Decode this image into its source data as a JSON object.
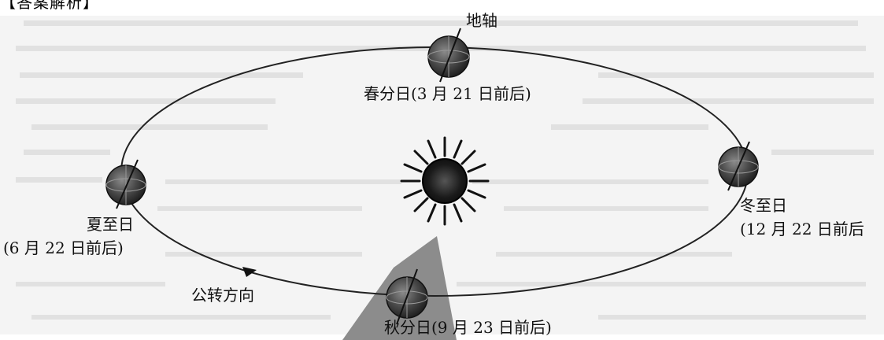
{
  "header": {
    "text": "【答案解析】"
  },
  "diagram": {
    "axis_label": "地轴",
    "direction_label": "公转方向",
    "positions": [
      {
        "id": "spring",
        "name": "春分日",
        "date": "(3 月 21 日前后)"
      },
      {
        "id": "summer",
        "name": "夏至日",
        "date": "(6 月 22 日前后)"
      },
      {
        "id": "autumn",
        "name": "秋分日",
        "date": "(9 月 23 日前后)"
      },
      {
        "id": "winter",
        "name": "冬至日",
        "date": "(12 月 22 日前后"
      }
    ]
  }
}
